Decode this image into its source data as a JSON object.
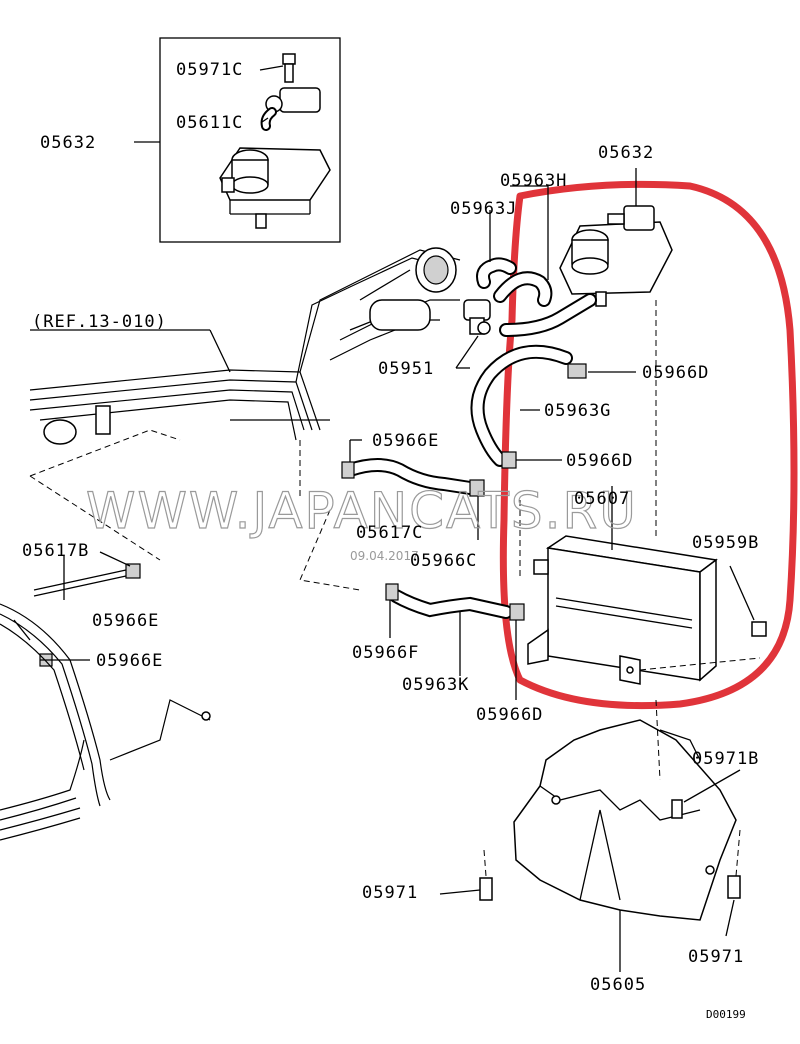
{
  "labels": {
    "inset_05971c": "05971C",
    "inset_05611c": "05611C",
    "inset_05632": "05632",
    "top_05632": "05632",
    "l_05963h": "05963H",
    "l_05963j": "05963J",
    "ref": "(REF.13-010)",
    "l_05951": "05951",
    "l_05966d_a": "05966D",
    "l_05963g": "05963G",
    "l_05966e_a": "05966E",
    "l_05966d_b": "05966D",
    "l_05607": "05607",
    "l_05617c": "05617C",
    "l_05966c": "05966C",
    "l_05617b": "05617B",
    "l_05959b": "05959B",
    "l_05966e_b": "05966E",
    "l_05966e_c": "05966E",
    "l_05966f": "05966F",
    "l_05963k": "05963K",
    "l_05966d_c": "05966D",
    "l_05971b": "05971B",
    "l_05971_a": "05971",
    "l_05971_b": "05971",
    "l_05605": "05605",
    "diagram_code": "D00199"
  },
  "watermark": "WWW.JAPANCATS.RU",
  "timestamp": "09.04.2017",
  "highlight_color": "#e0343a"
}
